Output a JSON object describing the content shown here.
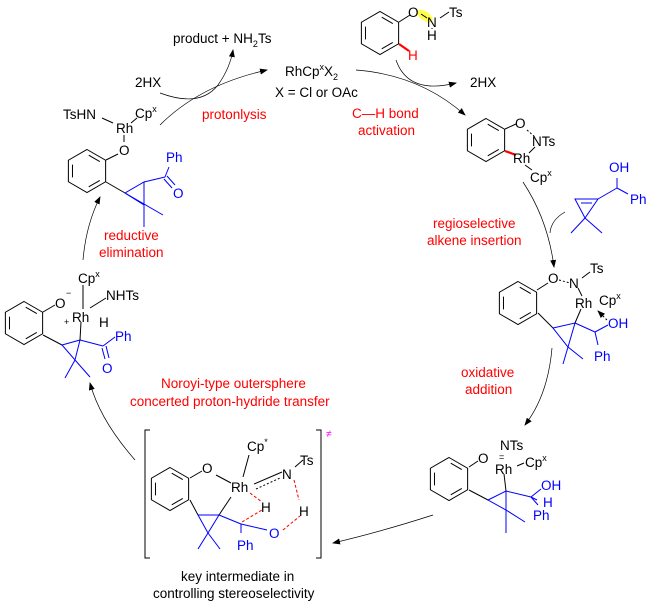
{
  "catalyst": {
    "main": "RhCp",
    "sup": "x",
    "x": "X",
    "sub": "2",
    "note": "X = Cl or OAc"
  },
  "byproducts": {
    "product": "product + NH",
    "product_sub": "2",
    "product_tail": "Ts",
    "hx_left": "2HX",
    "hx_right": "2HX"
  },
  "steps": {
    "protonolysis": "protonlysis",
    "ch_activation_1": "C—H bond",
    "ch_activation_2": "activation",
    "insertion_1": "regioselective",
    "insertion_2": "alkene insertion",
    "oxidative_1": "oxidative",
    "oxidative_2": "addition",
    "noyori_1": "Noroyi-type outersphere",
    "noyori_2": "concerted proton-hydride transfer",
    "reductive_1": "reductive",
    "reductive_2": "elimination"
  },
  "transition_state": {
    "symbol": "≠",
    "caption_1": "key intermediate in",
    "caption_2": "controlling stereoselectivity"
  },
  "substrate": {
    "o": "O",
    "n": "N",
    "ts": "Ts",
    "h_n": "H",
    "h_c": "H"
  },
  "metallacycle": {
    "o": "O",
    "nts": "NTs",
    "rh": "Rh",
    "cp": "Cp",
    "cp_sup": "x"
  },
  "alkene": {
    "oh": "OH",
    "ph": "Ph"
  },
  "insertion_int": {
    "o": "O",
    "n": "N",
    "ts": "Ts",
    "rh": "Rh",
    "cp": "Cp",
    "cp_sup": "x",
    "oh": "OH",
    "ph": "Ph"
  },
  "nitrene_int": {
    "nts": "NTs",
    "dbl": "=",
    "o": "O",
    "rh": "Rh",
    "cp": "Cp",
    "cp_sup": "x",
    "oh": "OH",
    "h": "H",
    "ph": "Ph"
  },
  "ts_struct": {
    "cp": "Cp",
    "cp_sup": "*",
    "ts": "Ts",
    "n": "N",
    "o": "O",
    "rh": "Rh",
    "h1": "H",
    "h2": "H",
    "o2": "O",
    "ph": "Ph"
  },
  "hydride_int": {
    "cp": "Cp",
    "cp_sup": "x",
    "nhts": "NHTs",
    "o": "O",
    "minus": "−",
    "plus": "+",
    "rh": "Rh",
    "h": "H",
    "ph": "Ph",
    "o2": "O"
  },
  "amido_int": {
    "tshn": "TsHN",
    "cp": "Cp",
    "cp_sup": "x",
    "rh": "Rh",
    "o": "O",
    "ph": "Ph",
    "o2": "O"
  },
  "colors": {
    "step_label": "#ff0000",
    "new_fragment": "#0000ff",
    "highlight": "#ffff00",
    "ts_symbol": "#ff00ff"
  }
}
